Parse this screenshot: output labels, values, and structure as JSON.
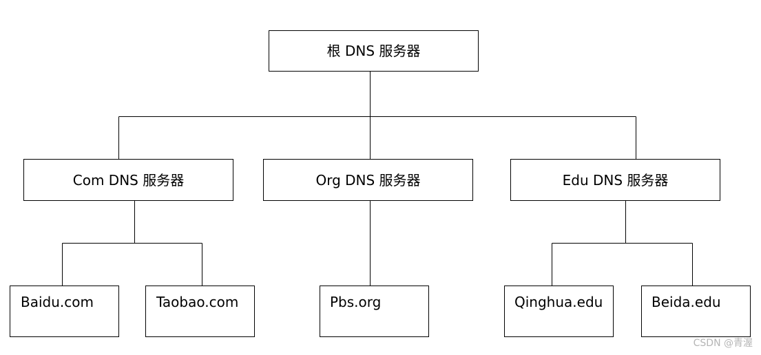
{
  "root": {
    "label": "根 DNS 服务器"
  },
  "tld": [
    {
      "label": "Com DNS 服务器"
    },
    {
      "label": "Org DNS 服务器"
    },
    {
      "label": "Edu DNS 服务器"
    }
  ],
  "domains": [
    {
      "label": "Baidu.com"
    },
    {
      "label": "Taobao.com"
    },
    {
      "label": "Pbs.org"
    },
    {
      "label": "Qinghua.edu"
    },
    {
      "label": "Beida.edu"
    }
  ],
  "watermark": "CSDN @青渥",
  "colors": {
    "line": "#000000",
    "box_border": "#000000",
    "watermark": "#b5b5b5"
  }
}
